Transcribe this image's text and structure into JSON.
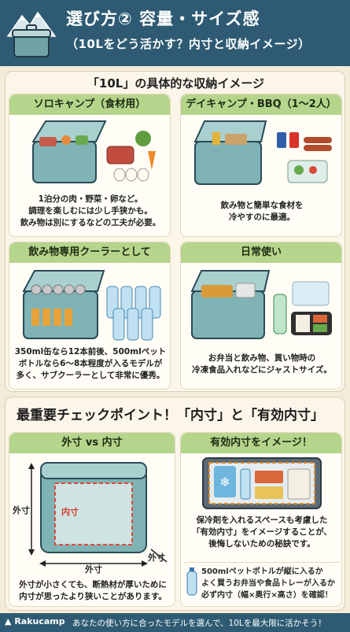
{
  "header": {
    "title": "選び方② 容量・サイズ感",
    "subtitle": "（10Lをどう活かす？内寸と収納イメージ）"
  },
  "storage": {
    "title": "「10L」の具体的な収納イメージ",
    "cards": [
      {
        "label": "ソロキャンプ（食材用）",
        "lines": [
          "1泊分の肉・野菜・卵など。",
          "調理を楽しむには少し手狭かも。",
          "飲み物は別にするなどの工夫が必要。"
        ]
      },
      {
        "label": "デイキャンプ・BBQ（1〜2人）",
        "lines": [
          "飲み物と簡単な食材を",
          "冷やすのに最適。"
        ]
      },
      {
        "label": "飲み物専用クーラーとして",
        "lines": [
          "350ml缶なら12本前後、500mlペット",
          "ボトルなら6〜8本程度が入るモデルが",
          "多く、サブクーラーとして非常に優秀。"
        ]
      },
      {
        "label": "日常使い",
        "lines": [
          "お弁当と飲み物、買い物時の",
          "冷凍食品入れなどにジャストサイズ。"
        ]
      }
    ]
  },
  "checkpoint": {
    "title": "最重要チェックポイント！「内寸」と「有効内寸」",
    "left": {
      "label": "外寸 vs 内寸",
      "outer_label": "外寸",
      "inner_label": "内寸",
      "lines": [
        "外寸が小さくても、断熱材が厚いために",
        "内寸が思ったより狭いことがあります。"
      ]
    },
    "right": {
      "label": "有効内寸をイメージ！",
      "lines": [
        "保冷剤を入れるスペースも考慮した",
        "「有効内寸」をイメージすることが、",
        "後悔しないための秘訣です。"
      ],
      "note_lines": [
        "500mlペットボトルが縦に入るか",
        "よく買うお弁当や食品トレーが入るか",
        "必ず内寸（幅×奥行×高さ）を確認！"
      ]
    }
  },
  "footer": {
    "brand": "Rakucamp",
    "text": "あなたの使い方に合ったモデルを選んで、10Lを最大限に活かそう！"
  },
  "colors": {
    "header_bg": "#2e5b73",
    "card_head": "#b6d58c",
    "cooler_body": "#7fb3b5",
    "page_bg": "#f3ecd9"
  }
}
